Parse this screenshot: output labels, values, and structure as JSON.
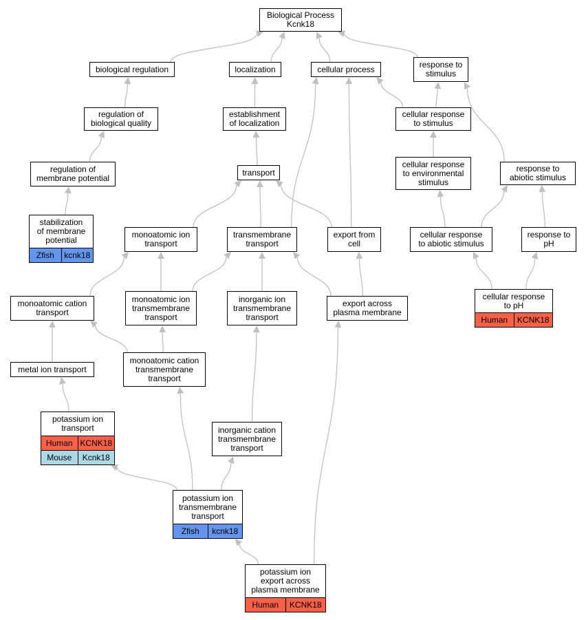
{
  "colors": {
    "edge": "#c0c0c0",
    "human": "#f96048",
    "mouse": "#add8e6",
    "zfish": "#6495ed"
  },
  "nodes": {
    "root": {
      "label": "Biological Process\nKcnk18"
    },
    "biological_regulation": {
      "label": "biological regulation"
    },
    "localization": {
      "label": "localization"
    },
    "cellular_process": {
      "label": "cellular process"
    },
    "response_to_stimulus": {
      "label": "response to\nstimulus"
    },
    "regulation_of_biological_quality": {
      "label": "regulation of\nbiological quality"
    },
    "establishment_of_localization": {
      "label": "establishment\nof localization"
    },
    "cellular_response_to_stimulus": {
      "label": "cellular response\nto stimulus"
    },
    "regulation_of_membrane_potential": {
      "label": "regulation of\nmembrane potential"
    },
    "transport": {
      "label": "transport"
    },
    "cellular_response_to_environmental_stimulus": {
      "label": "cellular response\nto environmental\nstimulus"
    },
    "response_to_abiotic_stimulus": {
      "label": "response to\nabiotic stimulus"
    },
    "stabilization_of_membrane_potential": {
      "label": "stabilization\nof membrane\npotential",
      "rows": [
        {
          "species": "Zfish",
          "gene": "kcnk18"
        }
      ]
    },
    "monoatomic_ion_transport": {
      "label": "monoatomic ion\ntransport"
    },
    "transmembrane_transport": {
      "label": "transmembrane\ntransport"
    },
    "export_from_cell": {
      "label": "export from\ncell"
    },
    "cellular_response_to_abiotic_stimulus": {
      "label": "cellular response\nto abiotic stimulus"
    },
    "response_to_ph": {
      "label": "response to\npH"
    },
    "monoatomic_cation_transport": {
      "label": "monoatomic cation\ntransport"
    },
    "monoatomic_ion_transmembrane_transport": {
      "label": "monoatomic ion\ntransmembrane\ntransport"
    },
    "inorganic_ion_transmembrane_transport": {
      "label": "inorganic ion\ntransmembrane\ntransport"
    },
    "export_across_plasma_membrane": {
      "label": "export across\nplasma membrane"
    },
    "cellular_response_to_ph": {
      "label": "cellular response\nto pH",
      "rows": [
        {
          "species": "Human",
          "gene": "KCNK18"
        }
      ]
    },
    "metal_ion_transport": {
      "label": "metal ion transport"
    },
    "monoatomic_cation_transmembrane_transport": {
      "label": "monoatomic cation\ntransmembrane\ntransport"
    },
    "potassium_ion_transport": {
      "label": "potassium ion\ntransport",
      "rows": [
        {
          "species": "Human",
          "gene": "KCNK18"
        },
        {
          "species": "Mouse",
          "gene": "Kcnk18"
        }
      ]
    },
    "inorganic_cation_transmembrane_transport": {
      "label": "inorganic cation\ntransmembrane\ntransport"
    },
    "potassium_ion_transmembrane_transport": {
      "label": "potassium ion\ntransmembrane\ntransport",
      "rows": [
        {
          "species": "Zfish",
          "gene": "kcnk18"
        }
      ]
    },
    "potassium_ion_export_across_plasma_membrane": {
      "label": "potassium ion\nexport across\nplasma membrane",
      "rows": [
        {
          "species": "Human",
          "gene": "KCNK18"
        }
      ]
    }
  },
  "edges": [
    [
      "biological_regulation",
      "root"
    ],
    [
      "localization",
      "root"
    ],
    [
      "cellular_process",
      "root"
    ],
    [
      "response_to_stimulus",
      "root"
    ],
    [
      "regulation_of_biological_quality",
      "biological_regulation"
    ],
    [
      "establishment_of_localization",
      "localization"
    ],
    [
      "cellular_response_to_stimulus",
      "cellular_process"
    ],
    [
      "cellular_response_to_stimulus",
      "response_to_stimulus"
    ],
    [
      "regulation_of_membrane_potential",
      "regulation_of_biological_quality"
    ],
    [
      "transport",
      "establishment_of_localization"
    ],
    [
      "cellular_response_to_environmental_stimulus",
      "cellular_response_to_stimulus"
    ],
    [
      "response_to_abiotic_stimulus",
      "response_to_stimulus"
    ],
    [
      "stabilization_of_membrane_potential",
      "regulation_of_membrane_potential"
    ],
    [
      "monoatomic_ion_transport",
      "transport"
    ],
    [
      "transmembrane_transport",
      "transport"
    ],
    [
      "transmembrane_transport",
      "cellular_process"
    ],
    [
      "export_from_cell",
      "transport"
    ],
    [
      "export_from_cell",
      "cellular_process"
    ],
    [
      "cellular_response_to_abiotic_stimulus",
      "cellular_response_to_environmental_stimulus"
    ],
    [
      "cellular_response_to_abiotic_stimulus",
      "response_to_abiotic_stimulus"
    ],
    [
      "response_to_ph",
      "response_to_abiotic_stimulus"
    ],
    [
      "monoatomic_cation_transport",
      "monoatomic_ion_transport"
    ],
    [
      "monoatomic_ion_transmembrane_transport",
      "monoatomic_ion_transport"
    ],
    [
      "monoatomic_ion_transmembrane_transport",
      "transmembrane_transport"
    ],
    [
      "inorganic_ion_transmembrane_transport",
      "transmembrane_transport"
    ],
    [
      "export_across_plasma_membrane",
      "transmembrane_transport"
    ],
    [
      "export_across_plasma_membrane",
      "export_from_cell"
    ],
    [
      "cellular_response_to_ph",
      "cellular_response_to_abiotic_stimulus"
    ],
    [
      "cellular_response_to_ph",
      "response_to_ph"
    ],
    [
      "metal_ion_transport",
      "monoatomic_cation_transport"
    ],
    [
      "monoatomic_cation_transmembrane_transport",
      "monoatomic_cation_transport"
    ],
    [
      "monoatomic_cation_transmembrane_transport",
      "monoatomic_ion_transmembrane_transport"
    ],
    [
      "potassium_ion_transport",
      "metal_ion_transport"
    ],
    [
      "inorganic_cation_transmembrane_transport",
      "inorganic_ion_transmembrane_transport"
    ],
    [
      "potassium_ion_transmembrane_transport",
      "potassium_ion_transport"
    ],
    [
      "potassium_ion_transmembrane_transport",
      "monoatomic_cation_transmembrane_transport"
    ],
    [
      "potassium_ion_transmembrane_transport",
      "inorganic_cation_transmembrane_transport"
    ],
    [
      "potassium_ion_export_across_plasma_membrane",
      "potassium_ion_transmembrane_transport"
    ],
    [
      "potassium_ion_export_across_plasma_membrane",
      "export_across_plasma_membrane"
    ]
  ]
}
